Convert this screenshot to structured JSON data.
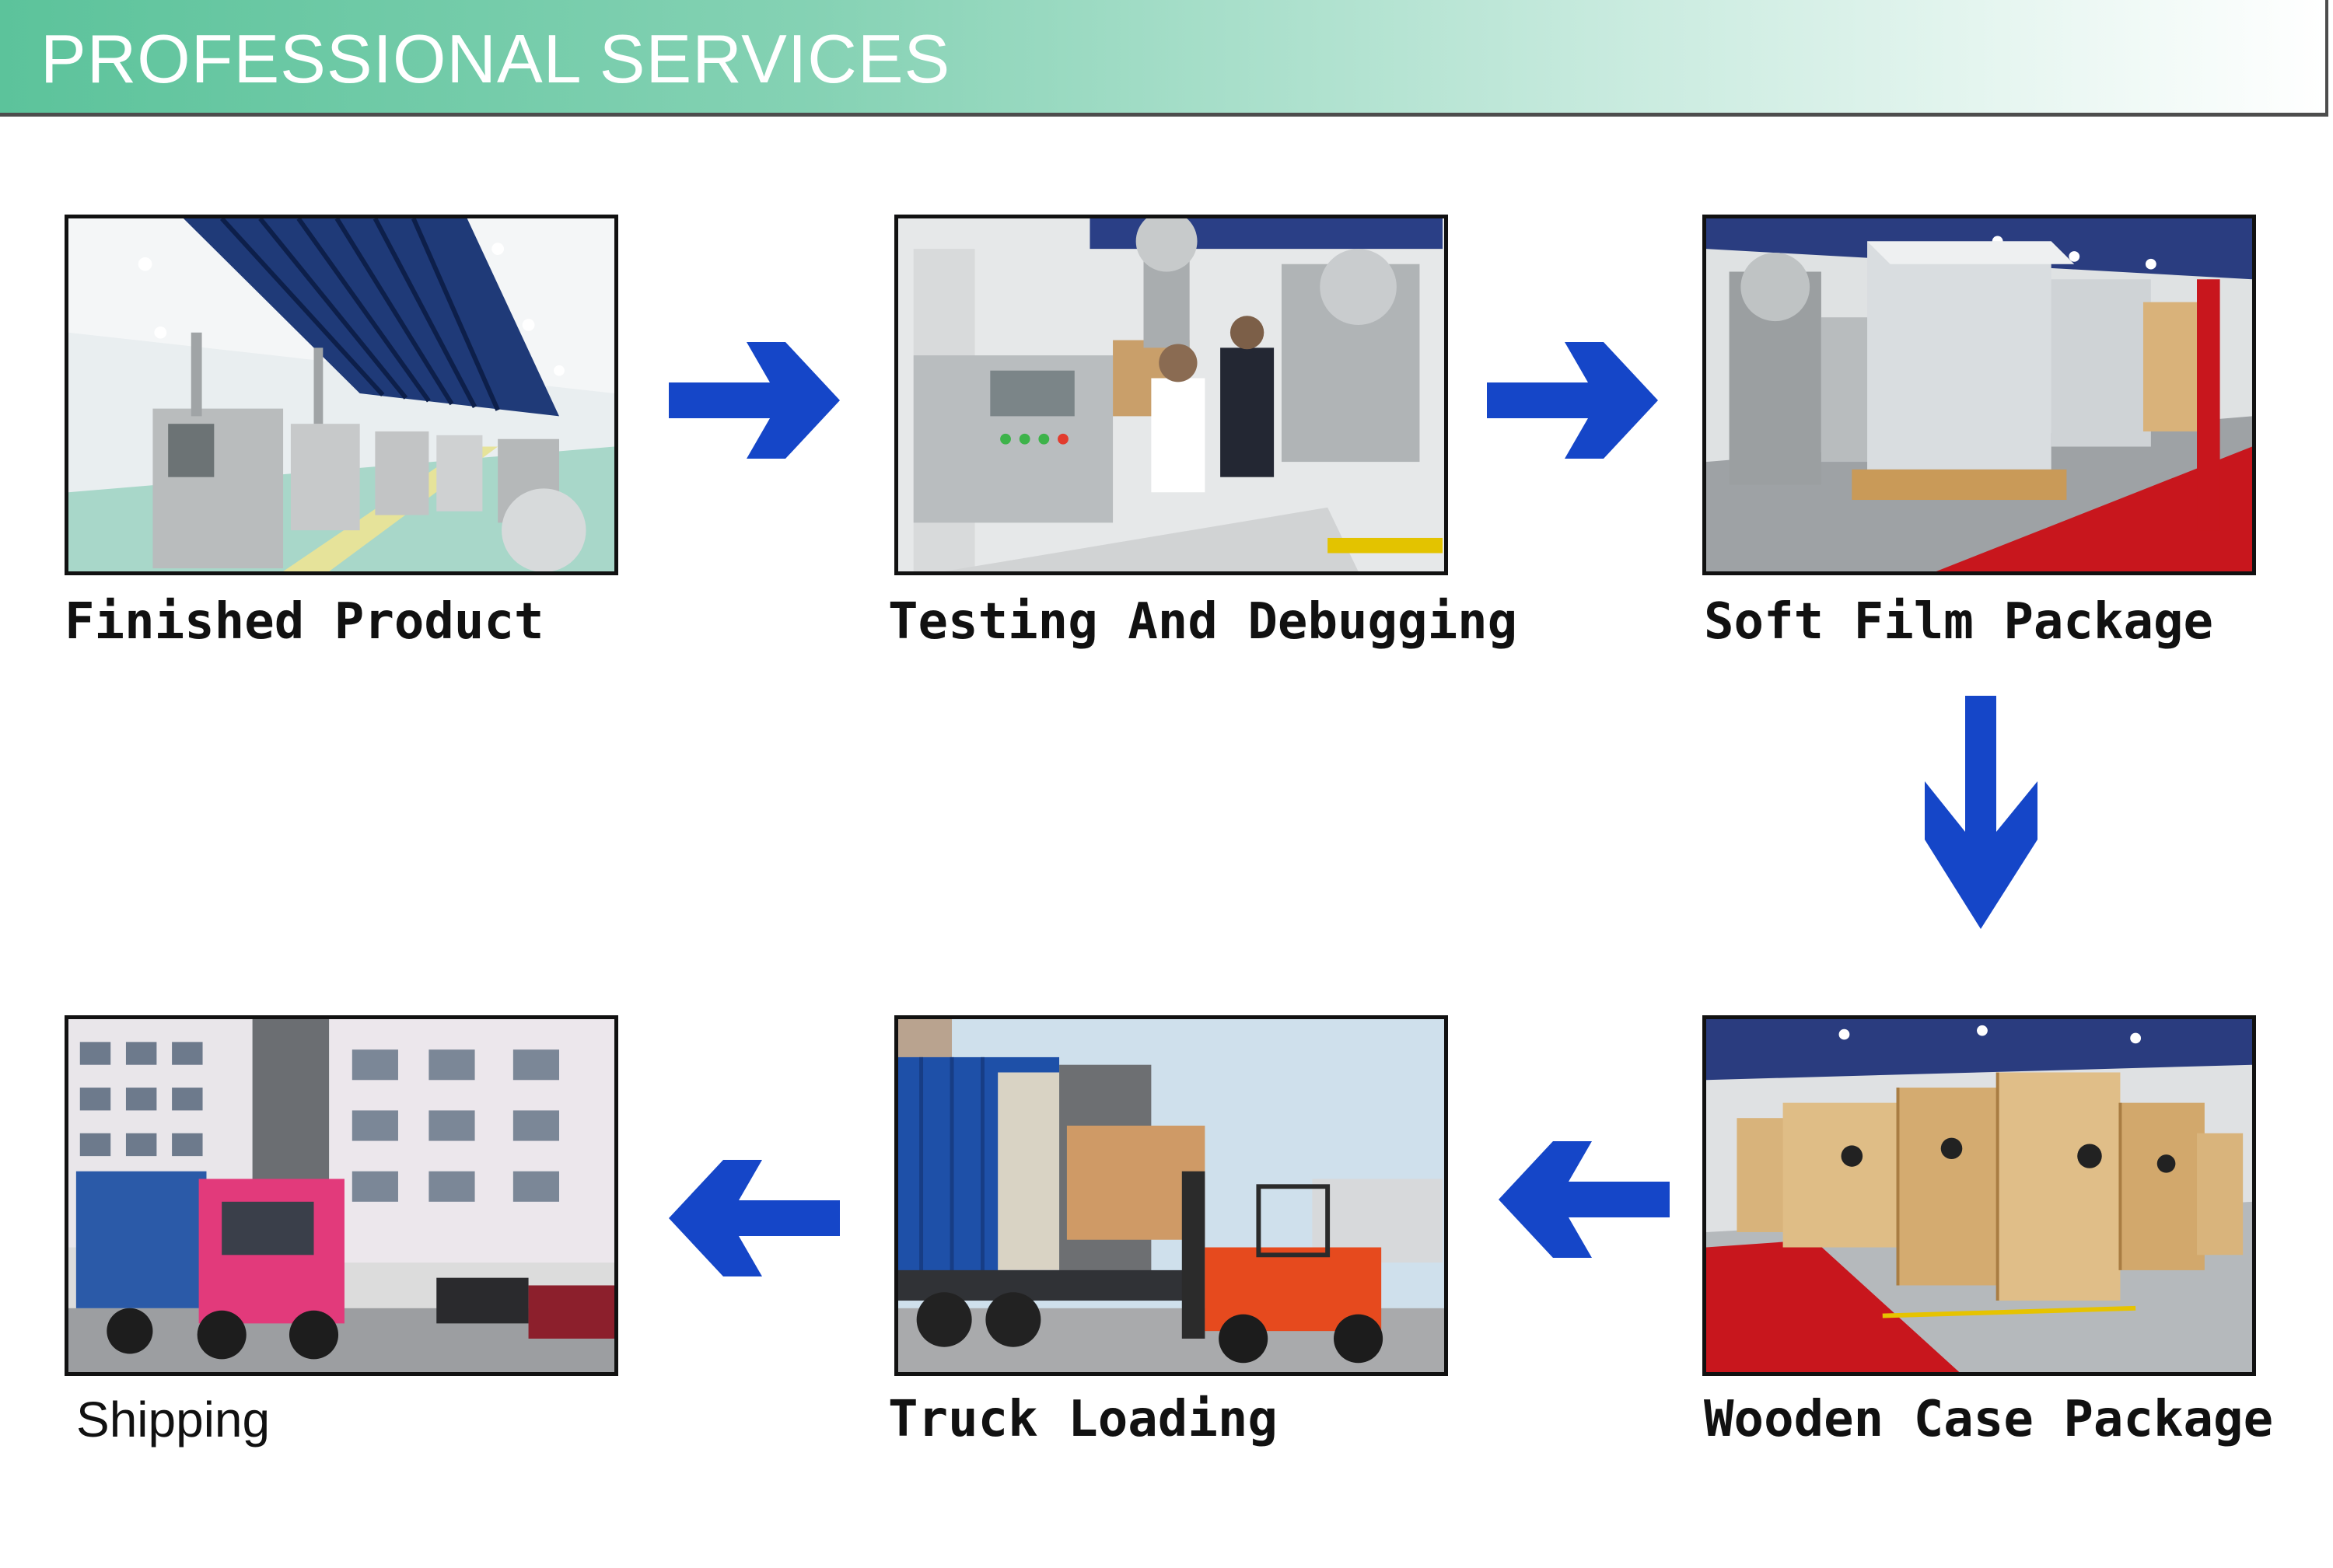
{
  "header": {
    "title": "PROFESSIONAL SERVICES"
  },
  "steps": [
    {
      "label": "Finished Product"
    },
    {
      "label": "Testing And Debugging"
    },
    {
      "label": "Soft Film Package"
    },
    {
      "label": "Wooden Case Package"
    },
    {
      "label": "Truck Loading"
    },
    {
      "label": "Shipping"
    }
  ],
  "colors": {
    "arrow": "#1546c8",
    "banner_start": "#5cc39b",
    "banner_end": "#ffffff"
  },
  "icons": [
    "arrow-right-icon",
    "arrow-right-icon",
    "arrow-down-icon",
    "arrow-left-icon",
    "arrow-left-icon"
  ]
}
